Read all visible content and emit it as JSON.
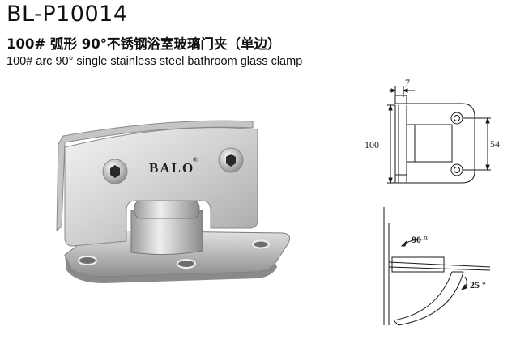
{
  "header": {
    "model": "BL-P10014",
    "title_cn": "100# 弧形 90°不锈钢浴室玻璃门夹（单边）",
    "title_en": "100# arc 90° single stainless steel bathroom glass clamp"
  },
  "photo": {
    "brand": "BALO",
    "brand_mark": "®"
  },
  "front_view": {
    "dim_top": "7",
    "dim_left": "100",
    "dim_right": "54"
  },
  "side_view": {
    "angle_open": "90 °",
    "angle_back": "25 °"
  },
  "colors": {
    "steel_light": "#e6e6e6",
    "steel_mid": "#b9b9b9",
    "steel_dark": "#7d7d7d",
    "line": "#1a1a1a"
  }
}
